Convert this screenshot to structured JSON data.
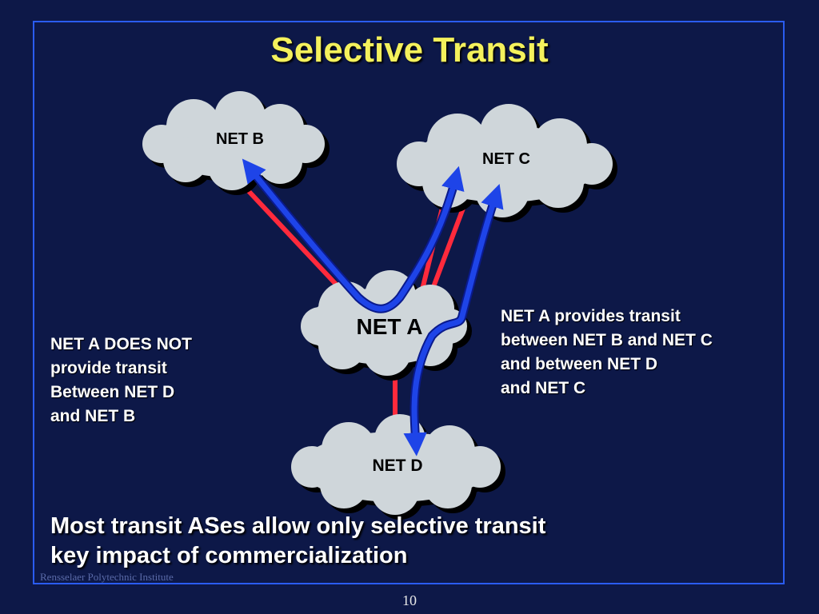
{
  "slide": {
    "title": "Selective Transit",
    "networks": {
      "net_a": "NET A",
      "net_b": "NET B",
      "net_c": "NET C",
      "net_d": "NET D"
    },
    "left_note": [
      "NET A DOES NOT",
      "provide transit",
      "Between NET D",
      "and NET B"
    ],
    "right_note": [
      "NET A provides transit",
      "between NET B and NET C",
      "and between NET D",
      "and NET C"
    ],
    "bottom_text": [
      "Most transit ASes allow only selective transit",
      "key impact of commercialization"
    ],
    "footer": "Rensselaer Polytechnic Institute",
    "page_number": "10"
  },
  "colors": {
    "background": "#0d1848",
    "frame": "#2a5cf0",
    "title": "#f4f15c",
    "cloud": "#cfd6da",
    "link": "#ff2a3c",
    "arrow": "#1e44e8"
  }
}
